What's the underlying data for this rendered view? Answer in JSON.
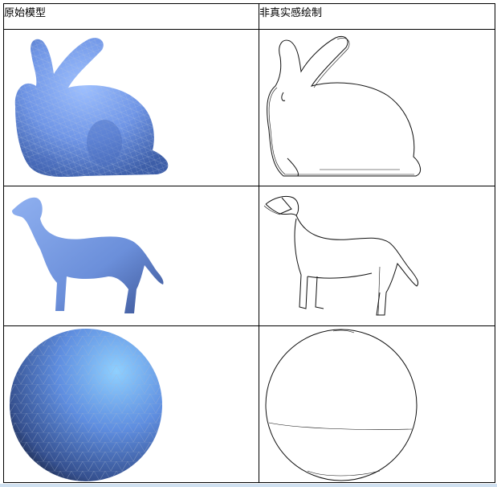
{
  "table": {
    "headers": [
      "原始模型",
      "非真实感绘制"
    ],
    "rows": [
      {
        "original": "bunny-model",
        "rendered": "bunny-sketch"
      },
      {
        "original": "dog-model",
        "rendered": "dog-sketch"
      },
      {
        "original": "sphere-model",
        "rendered": "sphere-sketch"
      }
    ]
  },
  "colors": {
    "model_fill": "#6f95e6",
    "model_dark": "#2c3c62",
    "mesh_line": "#9aa6b8",
    "sketch_line": "#111111"
  }
}
